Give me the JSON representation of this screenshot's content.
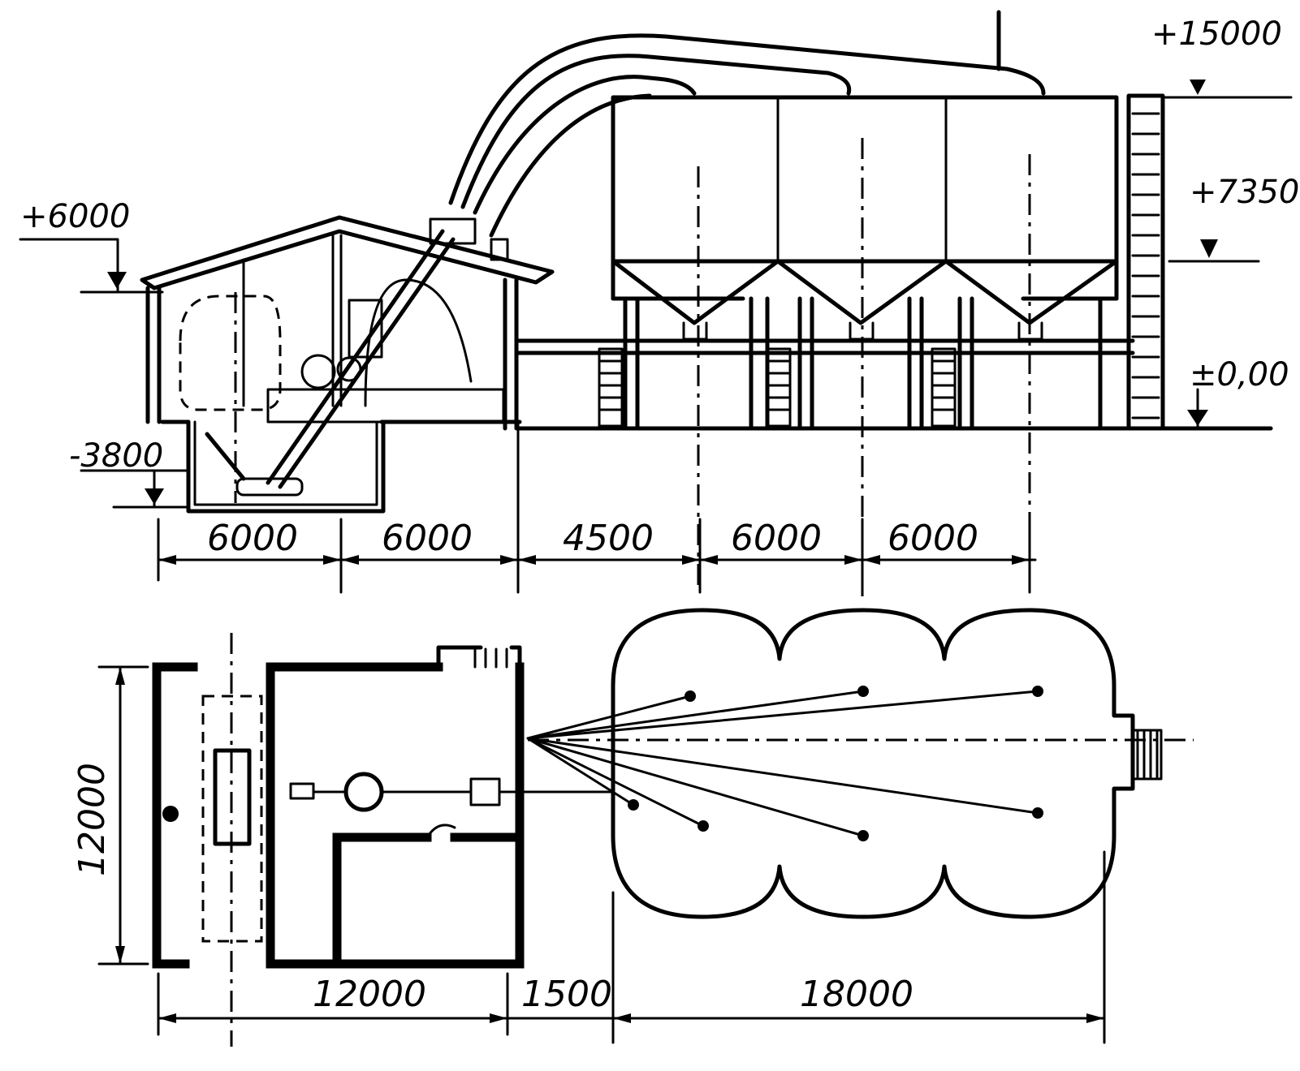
{
  "elevation_labels": {
    "top": "+15000",
    "silo_cone": "+7350",
    "roof_edge": "+6000",
    "ground": "±0,00",
    "pit": "-3800"
  },
  "section_dimensions": [
    "6000",
    "6000",
    "4500",
    "6000",
    "6000"
  ],
  "plan_dimensions": {
    "depth": "12000",
    "building_width": "12000",
    "gap": "1500",
    "silo_group": "18000"
  }
}
